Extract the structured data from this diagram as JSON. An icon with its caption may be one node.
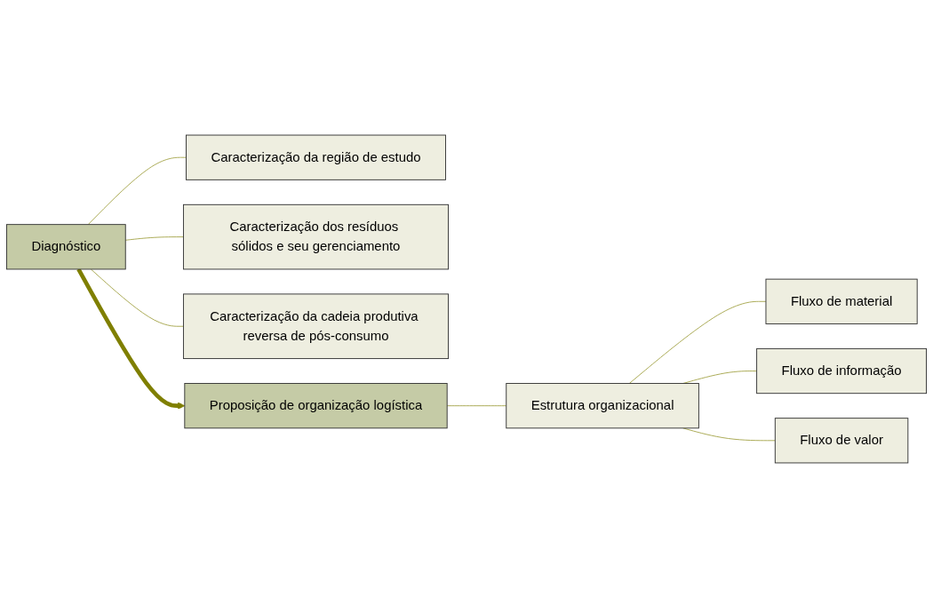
{
  "diagram": {
    "nodes": [
      {
        "text": [
          "Diagnóstico"
        ]
      },
      {
        "text": [
          "Caracterização da região de estudo"
        ]
      },
      {
        "text": [
          "Caracterização dos resíduos sólidos e seu gerenciamento"
        ]
      },
      {
        "text": [
          "Caracterização da cadeia produtiva reversa de pós-consumo"
        ]
      },
      {
        "text": [
          "Proposição de organização logística"
        ]
      },
      {
        "text": [
          "Estrutura organizacional"
        ]
      },
      {
        "text": [
          "Fluxo de material"
        ]
      },
      {
        "text": [
          "Fluxo de informação"
        ]
      },
      {
        "text": [
          "Fluxo de valor"
        ]
      }
    ],
    "edges": [
      {
        "from": 0,
        "to": 1,
        "arrow": "none"
      },
      {
        "from": 0,
        "to": 2,
        "arrow": "none"
      },
      {
        "from": 0,
        "to": 3,
        "arrow": "none"
      },
      {
        "from": 0,
        "to": 4,
        "arrow": "to",
        "style": "thick",
        "color": "#7f7f00"
      },
      {
        "from": 4,
        "to": 5,
        "arrow": "none"
      },
      {
        "from": 5,
        "to": 6,
        "arrow": "none"
      },
      {
        "from": 5,
        "to": 7,
        "arrow": "none"
      },
      {
        "from": 5,
        "to": 8,
        "arrow": "none"
      }
    ]
  }
}
